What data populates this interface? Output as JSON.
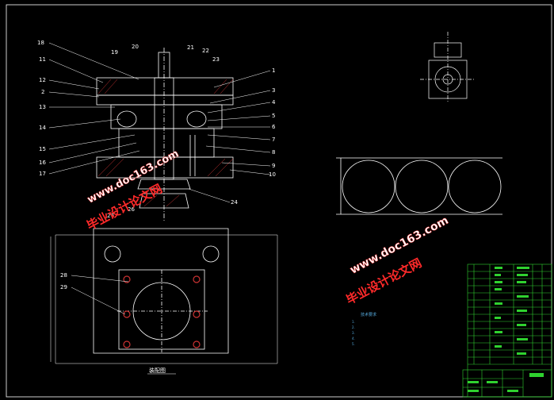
{
  "drawing": {
    "part_numbers_left": [
      "18",
      "11",
      "12",
      "2",
      "13",
      "14",
      "15",
      "16",
      "17"
    ],
    "part_numbers_top": [
      "20",
      "19",
      "21",
      "22",
      "23"
    ],
    "part_numbers_right": [
      "1",
      "3",
      "4",
      "5",
      "6",
      "7",
      "8",
      "9",
      "10"
    ],
    "part_numbers_bottom": [
      "24",
      "26",
      "27"
    ],
    "part_numbers_plan": [
      "28",
      "29"
    ],
    "plan_view_title": "装配图",
    "tech_requirements_title": "技术要求",
    "tech_requirements": [
      "1.",
      "2.",
      "3.",
      "4.",
      "5."
    ]
  },
  "watermark": {
    "text_cn": "毕业设计论文网",
    "text_url": "www.doc163.com"
  },
  "colors": {
    "background": "#000000",
    "lines": "#ffffff",
    "hatch": "#cc3333",
    "watermark_cn": "#ff2a2a",
    "watermark_url": "#ffffff",
    "title_block": "#2fd12f",
    "dim": "#ff4040"
  }
}
